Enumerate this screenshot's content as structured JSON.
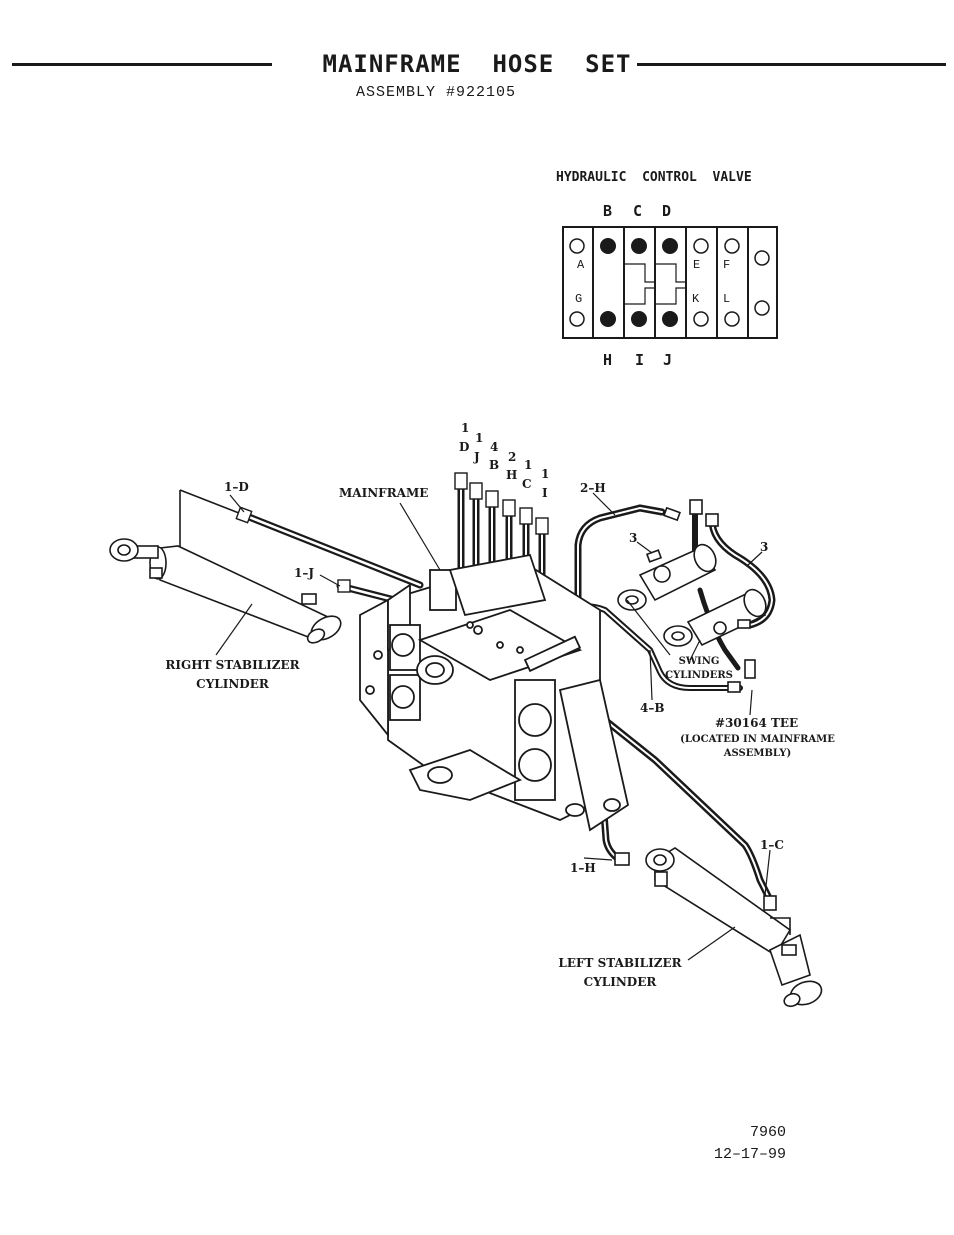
{
  "header": {
    "title": "MAINFRAME  HOSE  SET",
    "assembly": "ASSEMBLY #922105"
  },
  "valve": {
    "title": "HYDRAULIC  CONTROL  VALVE",
    "top_ports": [
      "B",
      "C",
      "D"
    ],
    "bottom_ports": [
      "H",
      "I",
      "J"
    ],
    "inner_left_top": "A",
    "inner_left_bottom": "G",
    "inner_mid_top": "E",
    "inner_mid_bottom": "K",
    "inner_right_top": "F",
    "inner_right_bottom": "L"
  },
  "stack": [
    {
      "n": "1",
      "l": "D"
    },
    {
      "n": "1",
      "l": "J"
    },
    {
      "n": "4",
      "l": "B"
    },
    {
      "n": "2",
      "l": "H"
    },
    {
      "n": "1",
      "l": "C"
    },
    {
      "n": "1",
      "l": "I"
    }
  ],
  "labels": {
    "hose_1d": "1–D",
    "mainframe": "MAINFRAME",
    "hose_2h": "2–H",
    "hose_1j": "1–J",
    "three_a": "3",
    "three_b": "3",
    "right_stab_1": "RIGHT STABILIZER",
    "right_stab_2": "CYLINDER",
    "swing_1": "SWING",
    "swing_2": "CYLINDERS",
    "hose_4b": "4–B",
    "tee": "#30164 TEE",
    "tee_note_1": "(LOCATED IN MAINFRAME",
    "tee_note_2": "ASSEMBLY)",
    "hose_1c": "1–C",
    "hose_1h": "1–H",
    "left_stab_1": "LEFT STABILIZER",
    "left_stab_2": "CYLINDER"
  },
  "footer": {
    "drawing_no": "7960",
    "date": "12–17–99"
  }
}
